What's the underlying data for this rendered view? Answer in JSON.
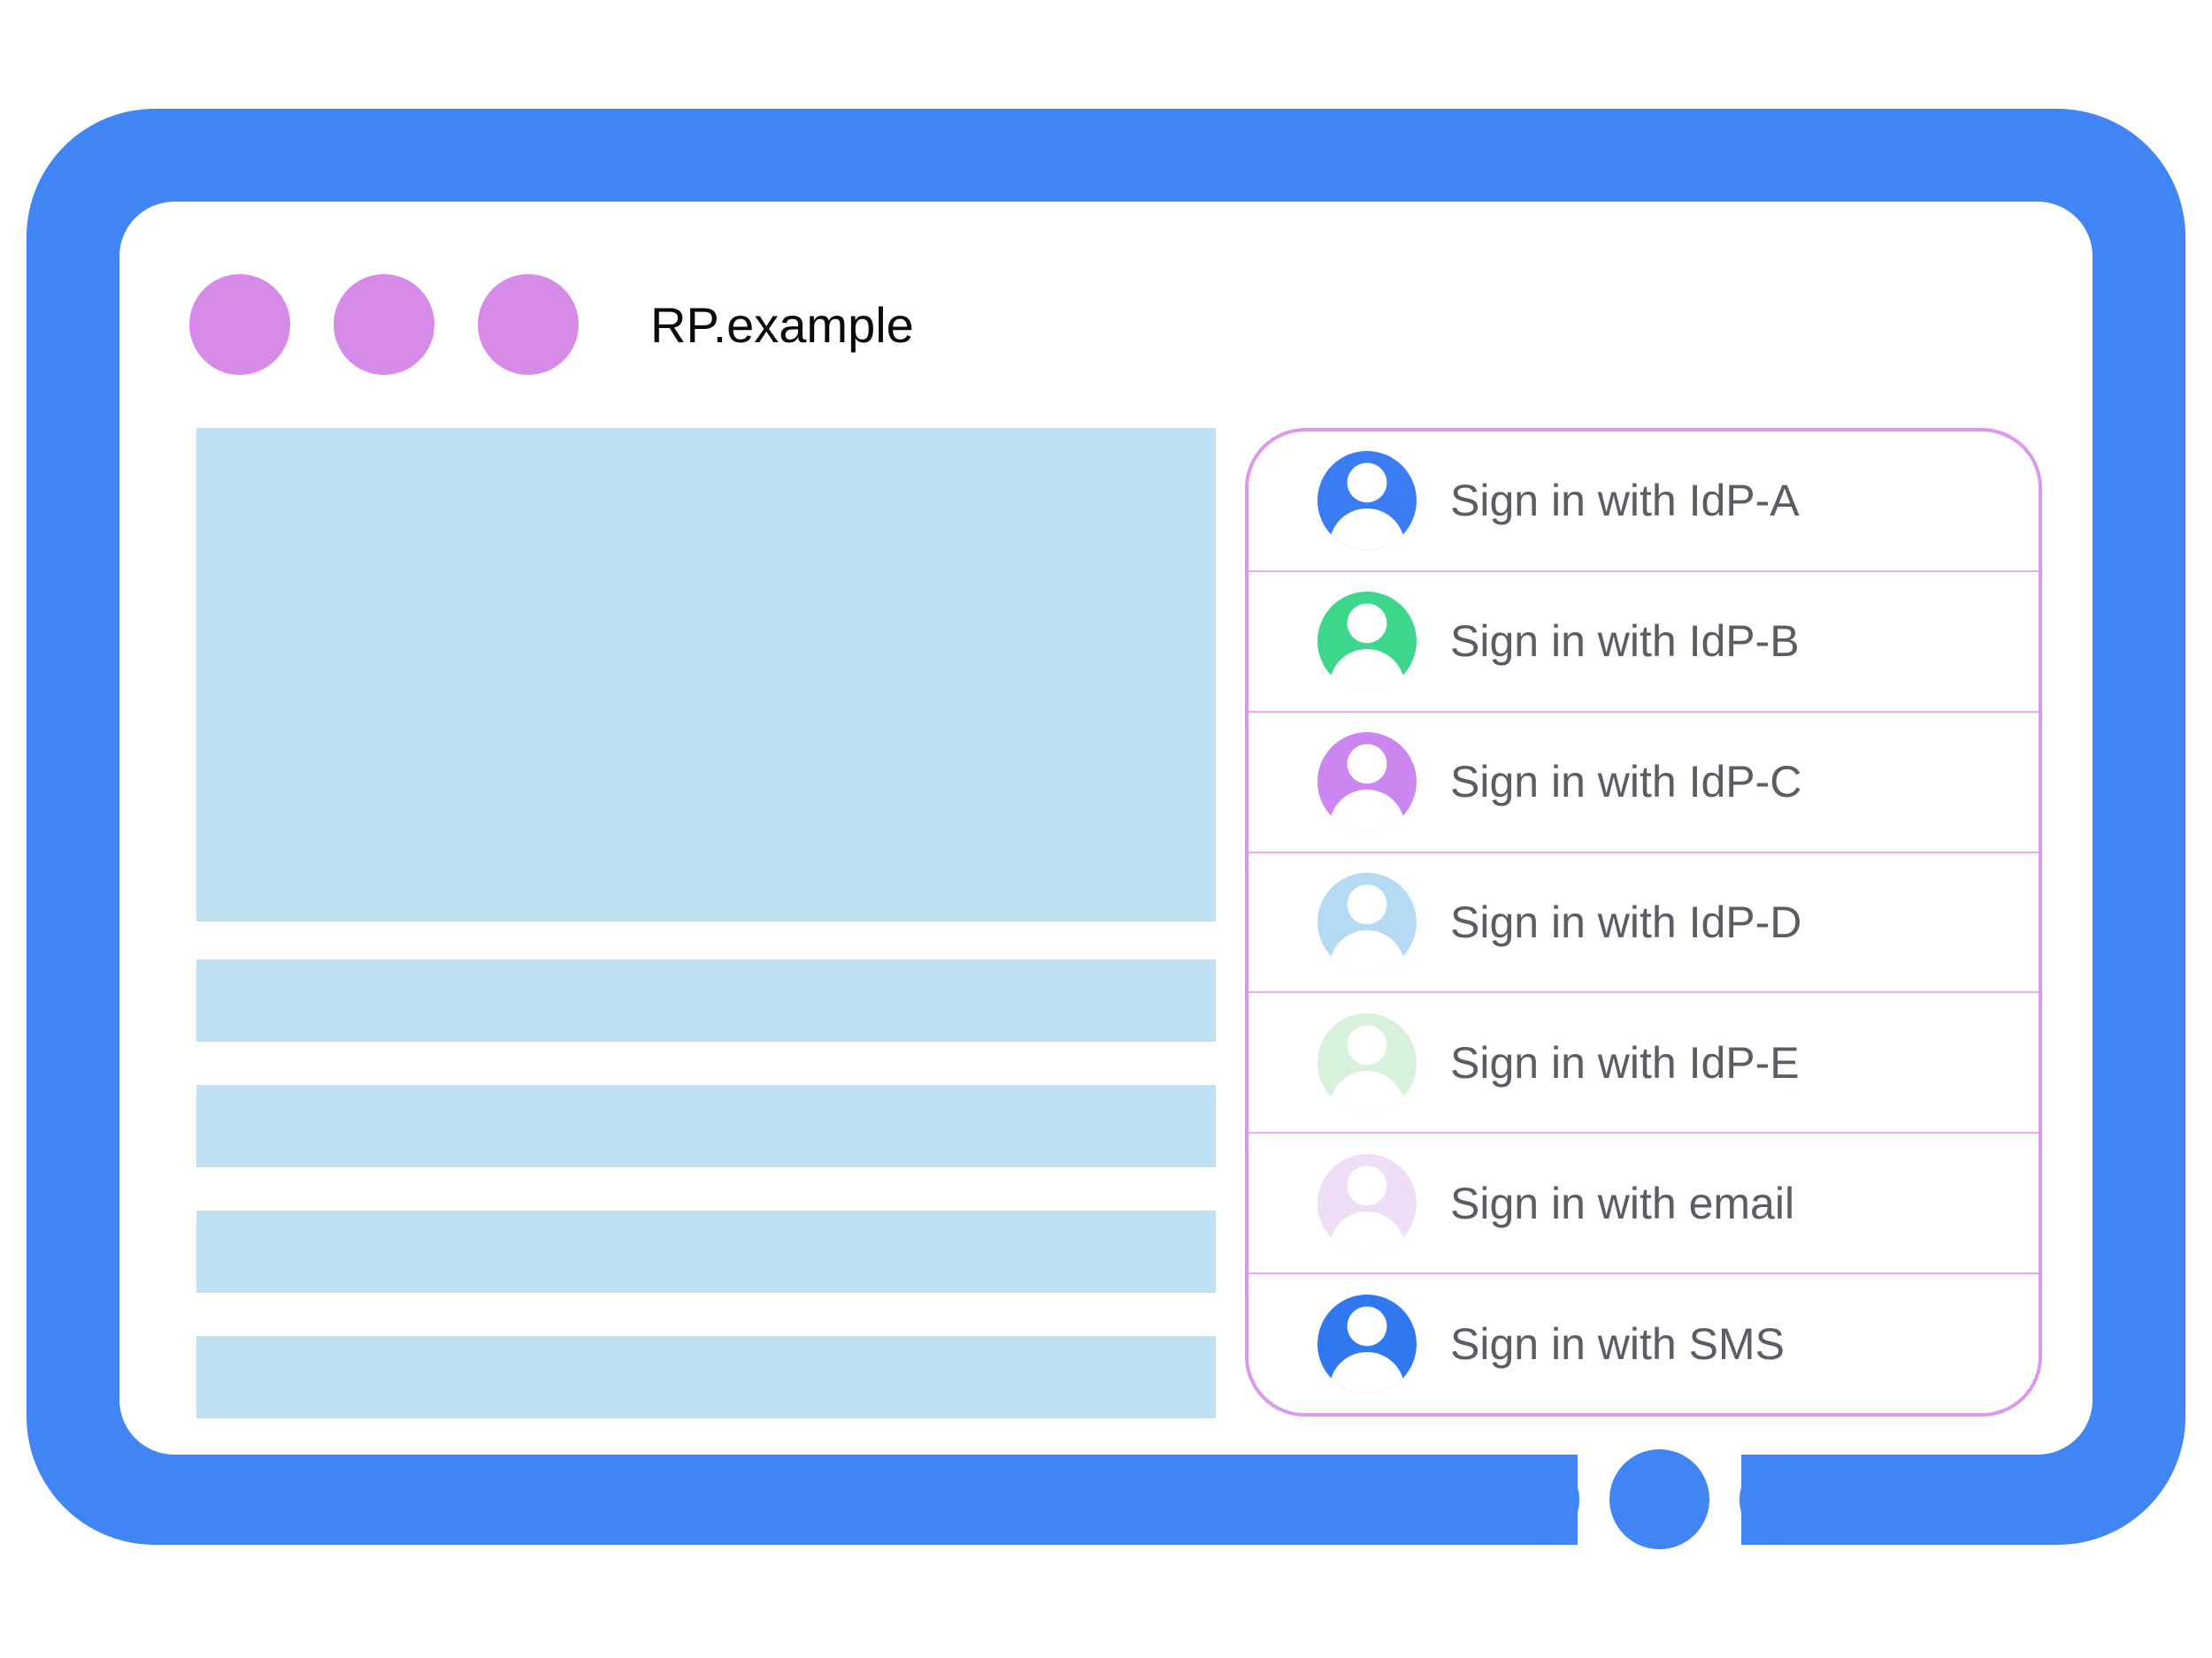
{
  "colors": {
    "frame": "#4184F4",
    "traffic_dot": "#D78BE9",
    "content_placeholder": "#BEE0F3",
    "panel_border": "#DC98EF",
    "row_divider": "#EDACEF",
    "label_text": "#5A5D63",
    "title_text": "#0A0A0C",
    "avatar_glyph": "#FFFFFF"
  },
  "browser": {
    "title": "RP.example",
    "traffic_dot_count": 3
  },
  "content_placeholders": {
    "hero_blocks": 1,
    "text_bars": 4
  },
  "signin_panel": {
    "items": [
      {
        "id": "idp-a",
        "label": "Sign in with IdP-A",
        "avatar_color": "#3B7CF2",
        "avatar_icon": "person-icon"
      },
      {
        "id": "idp-b",
        "label": "Sign in with IdP-B",
        "avatar_color": "#3DD68C",
        "avatar_icon": "person-icon"
      },
      {
        "id": "idp-c",
        "label": "Sign in with IdP-C",
        "avatar_color": "#CC86F0",
        "avatar_icon": "person-icon"
      },
      {
        "id": "idp-d",
        "label": "Sign in with IdP-D",
        "avatar_color": "#B5DBF4",
        "avatar_icon": "person-icon"
      },
      {
        "id": "idp-e",
        "label": "Sign in with IdP-E",
        "avatar_color": "#D7F1DA",
        "avatar_icon": "person-icon"
      },
      {
        "id": "email",
        "label": "Sign in with email",
        "avatar_color": "#EFDFF6",
        "avatar_icon": "person-icon"
      },
      {
        "id": "sms",
        "label": "Sign in with SMS",
        "avatar_color": "#2F78F0",
        "avatar_icon": "person-icon"
      }
    ]
  }
}
